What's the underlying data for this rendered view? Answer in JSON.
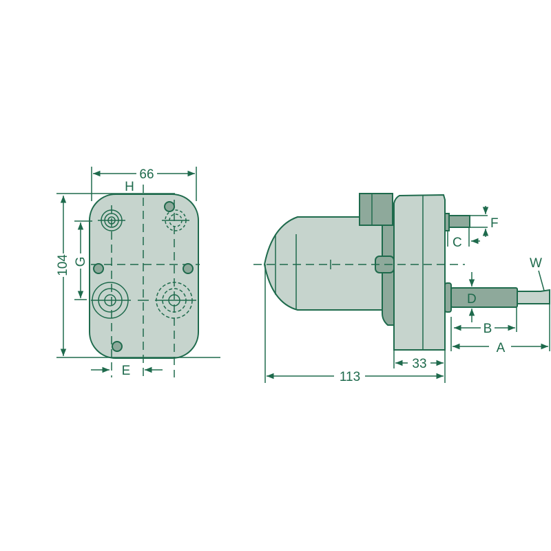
{
  "labels": {
    "width_66": "66",
    "height_104": "104",
    "H": "H",
    "G": "G",
    "E": "E",
    "length_113": "113",
    "depth_33": "33",
    "A": "A",
    "B": "B",
    "C": "C",
    "D": "D",
    "F": "F",
    "W": "W"
  },
  "colors": {
    "line": "#1e6a4c",
    "fill": "#c6d4cd",
    "fill_dark": "#8ea99b"
  }
}
